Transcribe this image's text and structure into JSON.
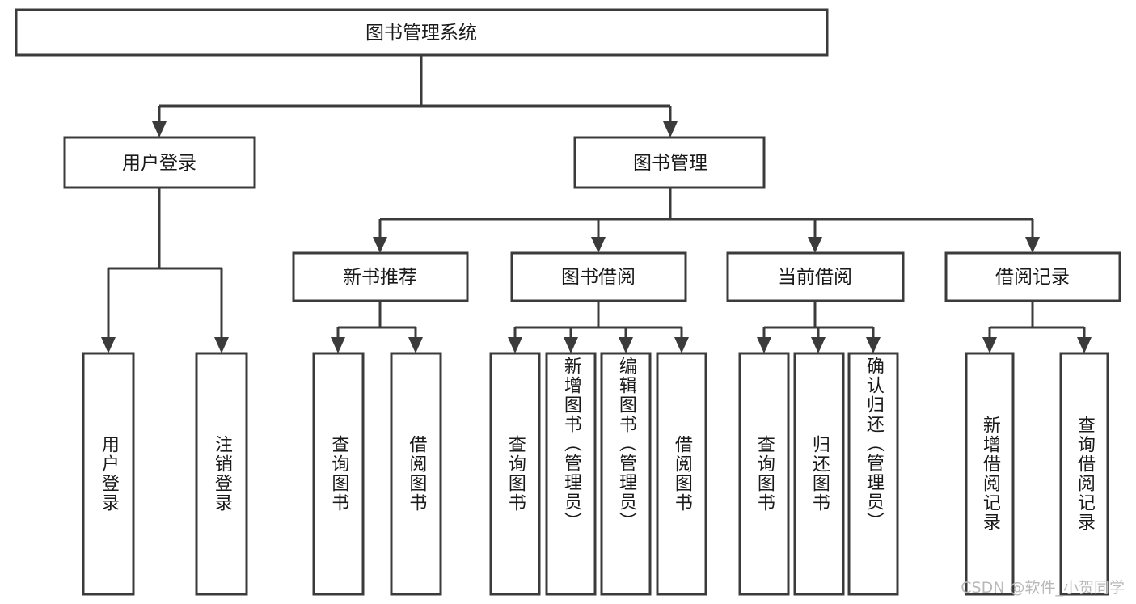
{
  "diagram": {
    "type": "tree",
    "title": "图书管理系统",
    "root": {
      "id": "root",
      "label": "图书管理系统",
      "orientation": "horizontal"
    },
    "level2": [
      {
        "id": "user-login",
        "label": "用户登录",
        "orientation": "horizontal"
      },
      {
        "id": "book-manage",
        "label": "图书管理",
        "orientation": "horizontal"
      }
    ],
    "level3": [
      {
        "id": "new-book-recommend",
        "label": "新书推荐",
        "orientation": "horizontal",
        "parent": "book-manage"
      },
      {
        "id": "book-borrow",
        "label": "图书借阅",
        "orientation": "horizontal",
        "parent": "book-manage"
      },
      {
        "id": "current-borrow",
        "label": "当前借阅",
        "orientation": "horizontal",
        "parent": "book-manage"
      },
      {
        "id": "borrow-record",
        "label": "借阅记录",
        "orientation": "horizontal",
        "parent": "book-manage"
      }
    ],
    "leaves": [
      {
        "id": "leaf-user-login",
        "label": "用户登录",
        "orientation": "vertical",
        "parent": "user-login"
      },
      {
        "id": "leaf-user-logout",
        "label": "注销登录",
        "orientation": "vertical",
        "parent": "user-login"
      },
      {
        "id": "leaf-query-book-1",
        "label": "查询图书",
        "orientation": "vertical",
        "parent": "new-book-recommend"
      },
      {
        "id": "leaf-borrow-book-1",
        "label": "借阅图书",
        "orientation": "vertical",
        "parent": "new-book-recommend"
      },
      {
        "id": "leaf-query-book-2",
        "label": "查询图书",
        "orientation": "vertical",
        "parent": "book-borrow"
      },
      {
        "id": "leaf-add-book",
        "label": "新增图书（管理员）",
        "orientation": "vertical",
        "parent": "book-borrow"
      },
      {
        "id": "leaf-edit-book",
        "label": "编辑图书（管理员）",
        "orientation": "vertical",
        "parent": "book-borrow"
      },
      {
        "id": "leaf-borrow-book-2",
        "label": "借阅图书",
        "orientation": "vertical",
        "parent": "book-borrow"
      },
      {
        "id": "leaf-query-book-3",
        "label": "查询图书",
        "orientation": "vertical",
        "parent": "current-borrow"
      },
      {
        "id": "leaf-return-book",
        "label": "归还图书",
        "orientation": "vertical",
        "parent": "current-borrow"
      },
      {
        "id": "leaf-confirm-return",
        "label": "确认归还（管理员）",
        "orientation": "vertical",
        "parent": "current-borrow"
      },
      {
        "id": "leaf-add-record",
        "label": "新增借阅记录",
        "orientation": "vertical",
        "parent": "borrow-record"
      },
      {
        "id": "leaf-query-record",
        "label": "查询借阅记录",
        "orientation": "vertical",
        "parent": "borrow-record"
      }
    ]
  },
  "watermark": {
    "text": "CSDN @软件_小贺同学"
  },
  "colors": {
    "stroke": "#3b3b3b",
    "fill": "#ffffff",
    "text": "#1a1a1a",
    "watermark": "#b9b9b9"
  }
}
